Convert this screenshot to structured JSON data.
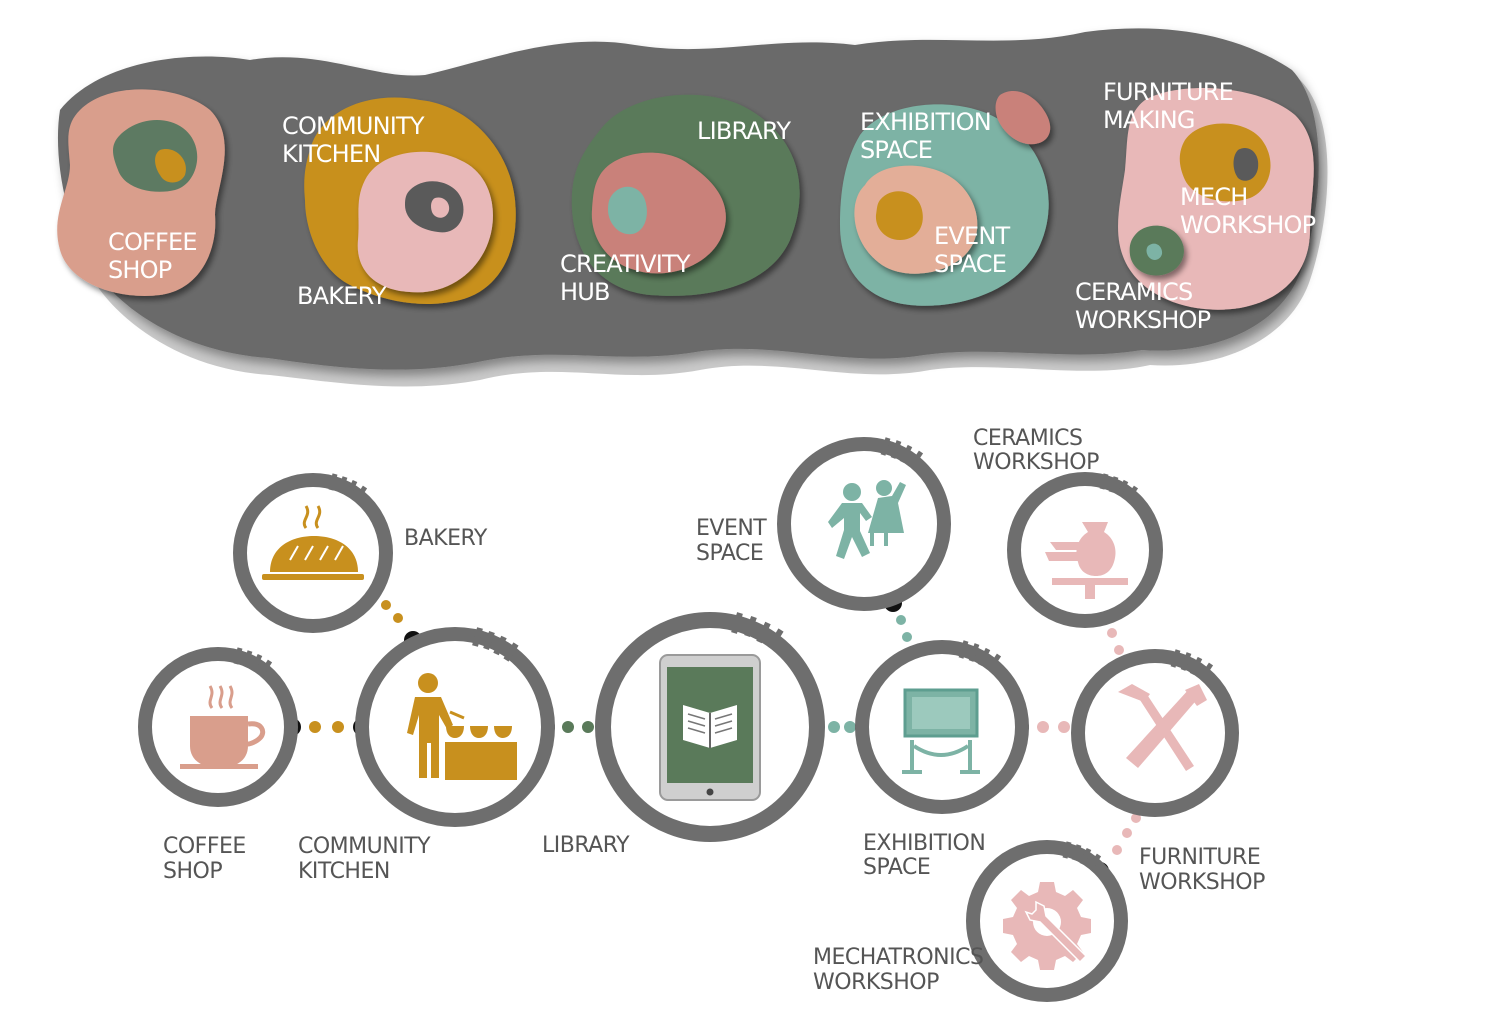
{
  "colors": {
    "blob_grey": "#6a6a6a",
    "blob_shadow": "#c4c4c4",
    "salmon": "#d99e8c",
    "mustard": "#c8901e",
    "pink": "#e8b8b8",
    "rose": "#c9817a",
    "sage": "#5a7a5a",
    "mint": "#7db3a5",
    "ring_grey": "#6e6e6e",
    "label_text": "#555555"
  },
  "top_diagram": {
    "labels": {
      "coffee_1": "COFFEE",
      "coffee_2": "SHOP",
      "kitchen_1": "COMMUNITY",
      "kitchen_2": "KITCHEN",
      "bakery": "BAKERY",
      "library": "LIBRARY",
      "hub_1": "CREATIVITY",
      "hub_2": "HUB",
      "exhibition_1": "EXHIBITION",
      "exhibition_2": "SPACE",
      "event_1": "EVENT",
      "event_2": "SPACE",
      "furniture_1": "FURNITURE",
      "furniture_2": "MAKING",
      "mech_1": "MECH",
      "mech_2": "WORKSHOP",
      "ceramics_1": "CERAMICS",
      "ceramics_2": "WORKSHOP"
    }
  },
  "network": {
    "nodes": [
      {
        "id": "coffee",
        "line1": "COFFEE",
        "line2": "SHOP",
        "icon": "coffee-cup-icon"
      },
      {
        "id": "bakery",
        "line1": "BAKERY",
        "line2": "",
        "icon": "bread-icon"
      },
      {
        "id": "kitchen",
        "line1": "COMMUNITY",
        "line2": "KITCHEN",
        "icon": "chef-serving-icon"
      },
      {
        "id": "library",
        "line1": "LIBRARY",
        "line2": "",
        "icon": "tablet-book-icon"
      },
      {
        "id": "event",
        "line1": "EVENT",
        "line2": "SPACE",
        "icon": "dancing-couple-icon"
      },
      {
        "id": "exhibition",
        "line1": "EXHIBITION",
        "line2": "SPACE",
        "icon": "exhibit-frame-icon"
      },
      {
        "id": "ceramics",
        "line1": "CERAMICS",
        "line2": "WORKSHOP",
        "icon": "pottery-icon"
      },
      {
        "id": "furniture",
        "line1": "FURNITURE",
        "line2": "WORKSHOP",
        "icon": "hammer-saw-icon"
      },
      {
        "id": "mechatronics",
        "line1": "MECHATRONICS",
        "line2": "WORKSHOP",
        "icon": "gear-wrench-icon"
      }
    ]
  }
}
